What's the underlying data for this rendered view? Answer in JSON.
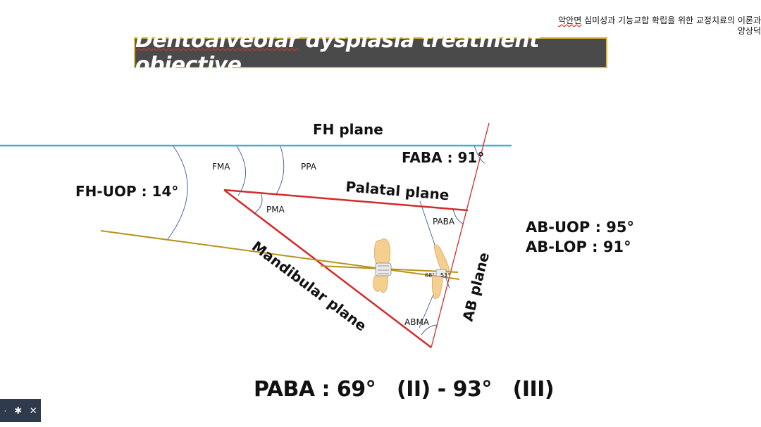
{
  "header": {
    "korean_line1_a": "악안면",
    "korean_line1_b": " 심미성과 기능교합 확립을 위한 교정치료의 이론과",
    "korean_line2": "양상덕"
  },
  "title": {
    "word1": "Dentoalveolar",
    "rest": " dysplasia treatment objective"
  },
  "labels": {
    "fh_plane": "FH plane",
    "faba": "FABA : 91°",
    "fma": "FMA",
    "ppa": "PPA",
    "fh_uop": "FH-UOP : 14°",
    "palatal_plane": "Palatal plane",
    "pma": "PMA",
    "paba": "PABA",
    "mandibular_plane": "Mandibular plane",
    "ab_plane": "AB plane",
    "abma": "ABMA",
    "angle_68": "68°",
    "angle_53": "53°"
  },
  "side_values": {
    "ab_uop": "AB-UOP : 95°",
    "ab_lop": "AB-LOP : 91°"
  },
  "formula": "PABA : 69°   (II) - 93°   (III)",
  "toolbar": {
    "dot": "·",
    "gear": "✱",
    "close": "✕"
  },
  "colors": {
    "fh_plane": "#3bb4d6",
    "red_planes": "#d42a2a",
    "occlusal": "#b69318",
    "arcs": "#3a5a9a",
    "title_bg": "#4a4a4a",
    "title_border": "#e2b928"
  }
}
